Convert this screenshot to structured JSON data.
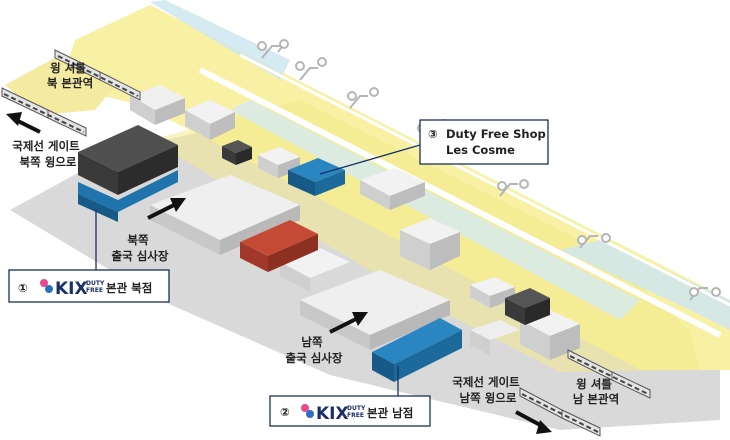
{
  "labels": {
    "wing_north_station": [
      "윙 셔틀",
      "북 본관역"
    ],
    "intl_gate_north": [
      "국제선 게이트",
      "북쪽 윙으로"
    ],
    "north_departure_exam": [
      "북쪽",
      "출국 심사장"
    ],
    "south_departure_exam": [
      "남쪽",
      "출국 심사장"
    ],
    "intl_gate_south": [
      "국제선 게이트",
      "남쪽 윙으로"
    ],
    "wing_south_station": [
      "윙 셔틀",
      "남 본관역"
    ]
  },
  "callouts": {
    "shop1": {
      "number": "①",
      "brand": "KIX",
      "brand_sub": [
        "DUTY",
        "FREE"
      ],
      "name": "본관 북점"
    },
    "shop2": {
      "number": "②",
      "brand": "KIX",
      "brand_sub": [
        "DUTY",
        "FREE"
      ],
      "name": "본관 남점"
    },
    "shop3": {
      "number": "③",
      "lines": [
        "Duty Free Shop",
        "Les Cosme"
      ]
    }
  },
  "colors": {
    "concourse": "#f8f1a3",
    "floor": "#d8d8d8",
    "building": "#e6e6e6",
    "shop_blue": "#1f74ad",
    "restricted_red": "#b6402e",
    "dark_block": "#3a3a3a",
    "glass": "#cfe6f0",
    "kix_navy": "#1c2f6a"
  }
}
